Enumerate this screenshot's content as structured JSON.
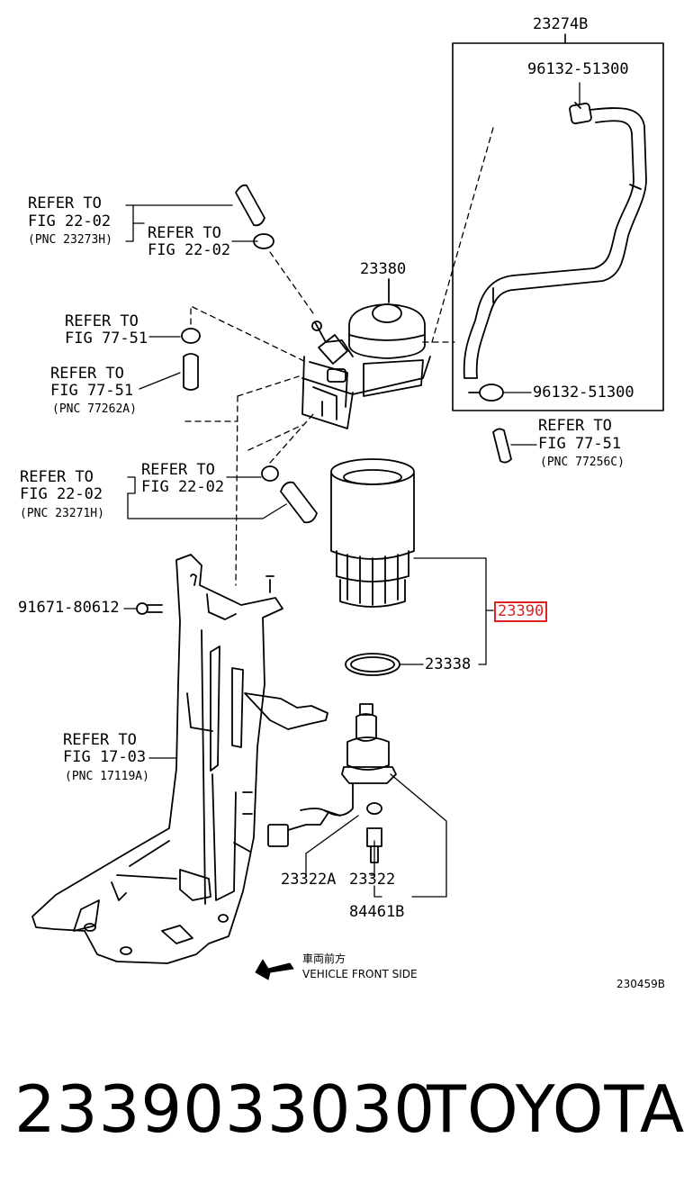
{
  "labels": {
    "p23274b": "23274B",
    "p96132_top": "96132-51300",
    "p96132_bot": "96132-51300",
    "p23380": "23380",
    "ref_2202_a1": "REFER TO",
    "ref_2202_a2": "FIG 22-02",
    "ref_2202_a3": "(PNC 23273H)",
    "ref_2202_b1": "REFER TO",
    "ref_2202_b2": "FIG 22-02",
    "ref_7751_a1": "REFER TO",
    "ref_7751_a2": "FIG 77-51",
    "ref_7751_b1": "REFER TO",
    "ref_7751_b2": "FIG 77-51",
    "ref_7751_b3": "(PNC 77262A)",
    "ref_7751_c1": "REFER TO",
    "ref_7751_c2": "FIG 77-51",
    "ref_7751_c3": "(PNC 77256C)",
    "ref_2202_c1": "REFER TO",
    "ref_2202_c2": "FIG 22-02",
    "ref_2202_c3": "(PNC 23271H)",
    "ref_2202_d1": "REFER TO",
    "ref_2202_d2": "FIG 22-02",
    "p91671": "91671-80612",
    "p23390": "23390",
    "p23338": "23338",
    "ref_1703_1": "REFER TO",
    "ref_1703_2": "FIG 17-03",
    "ref_1703_3": "(PNC 17119A)",
    "p23322a": "23322A",
    "p23322": "23322",
    "p84461b": "84461B",
    "front_jp": "車両前方",
    "front_en": "VEHICLE FRONT SIDE",
    "fig_code": "230459B"
  },
  "footer": {
    "part_number": "2339033030",
    "brand": "TOYOTA"
  },
  "colors": {
    "highlight": "#dd2222",
    "ink": "#000000"
  }
}
